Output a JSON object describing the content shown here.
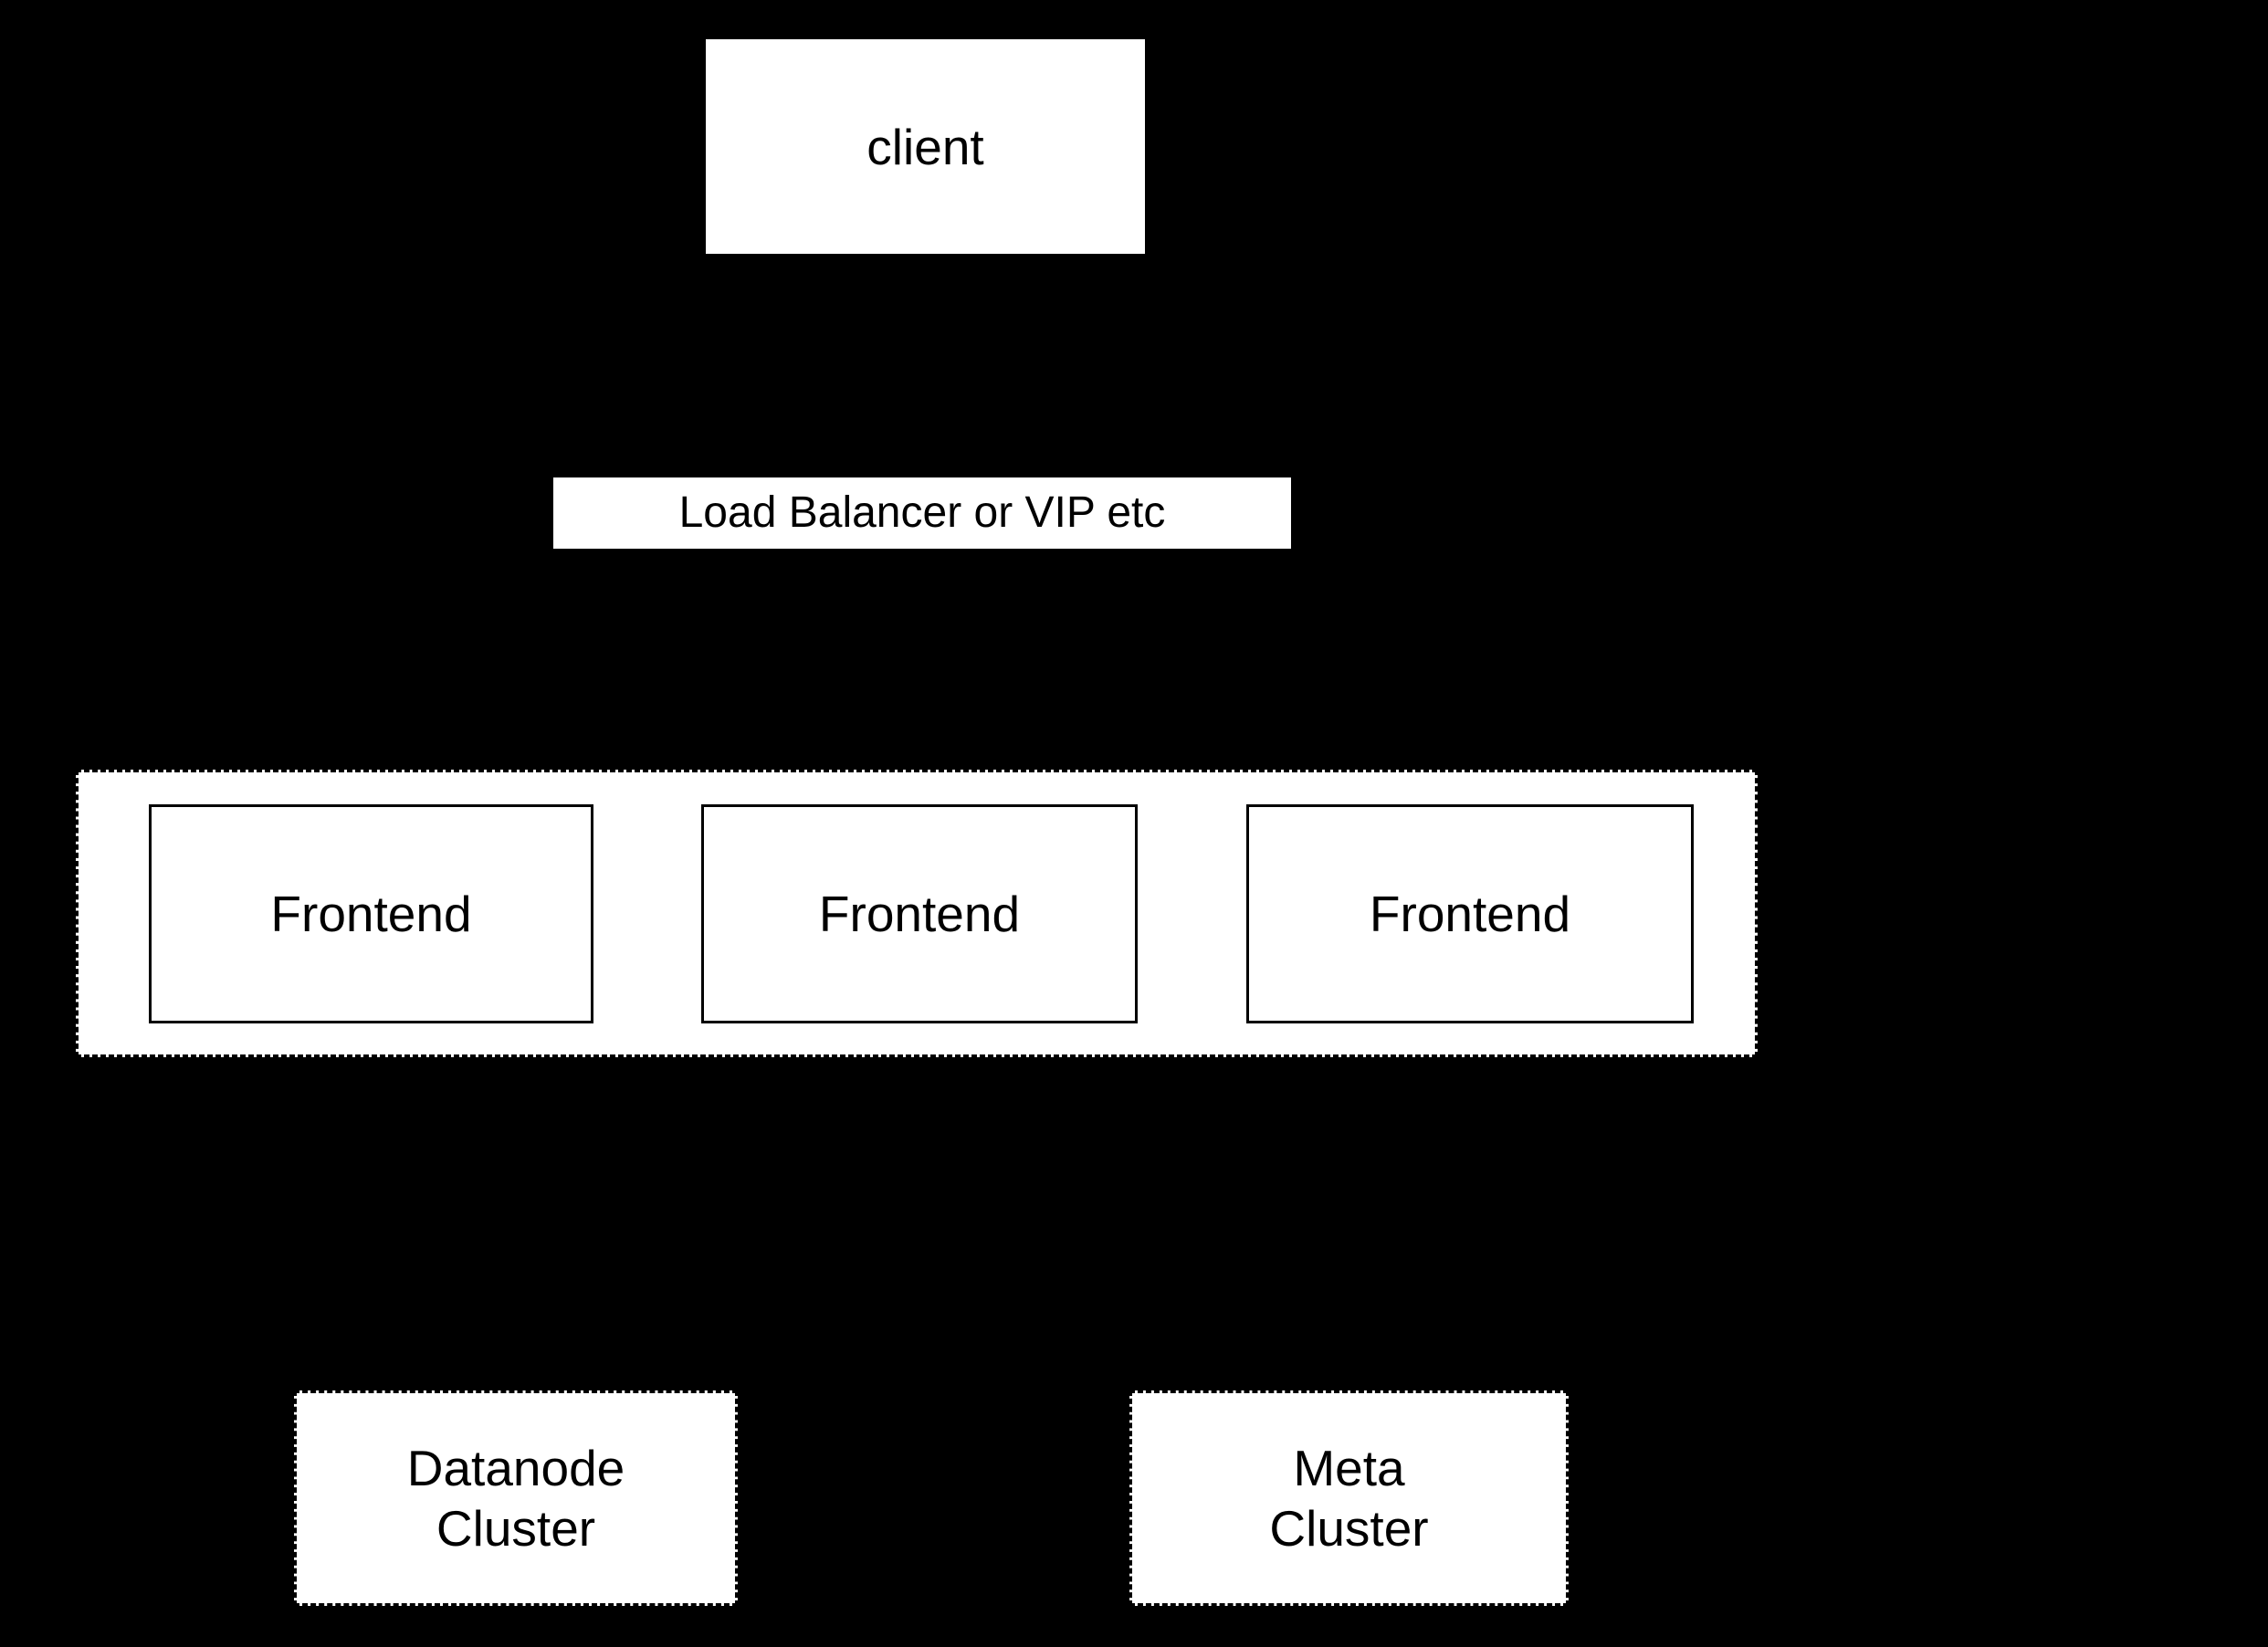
{
  "colors": {
    "background": "#000000",
    "node_fill": "#ffffff",
    "border": "#000000",
    "text": "#000000"
  },
  "nodes": {
    "client": {
      "label": "client"
    },
    "load_balancer": {
      "label": "Load Balancer or VIP etc"
    },
    "frontends": [
      {
        "label": "Frontend"
      },
      {
        "label": "Frontend"
      },
      {
        "label": "Frontend"
      }
    ],
    "datanode_cluster": {
      "label": "Datanode\nCluster"
    },
    "meta_cluster": {
      "label": "Meta\nCluster"
    }
  }
}
